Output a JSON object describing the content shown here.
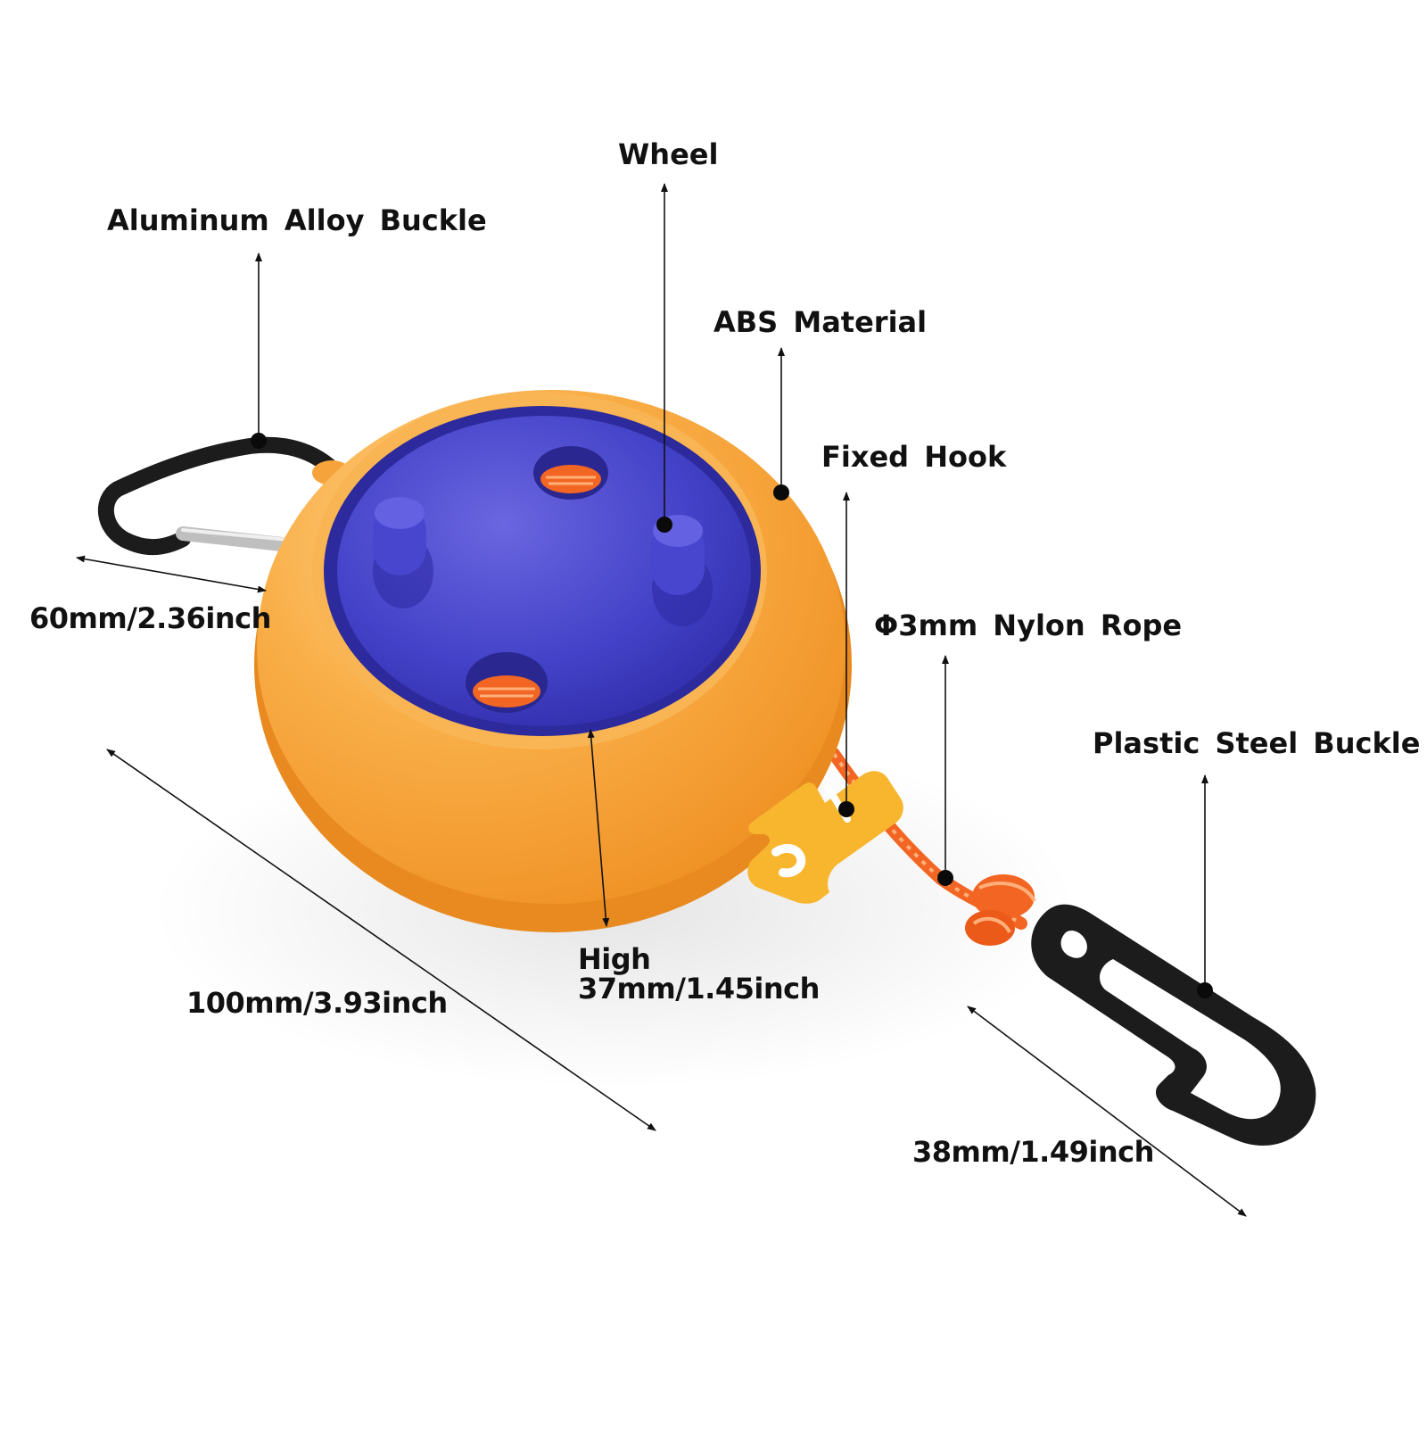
{
  "labels": {
    "wheel": "Wheel",
    "aluminum_buckle": "Aluminum Alloy Buckle",
    "abs_material": "ABS Material",
    "fixed_hook": "Fixed Hook",
    "nylon_rope": "Φ3mm Nylon Rope",
    "plastic_buckle": "Plastic Steel Buckle"
  },
  "dimensions": {
    "width": "60mm/2.36inch",
    "length": "100mm/3.93inch",
    "height_label": "High",
    "height_value": "37mm/1.45inch",
    "buckle_length": "38mm/1.49inch"
  },
  "colors": {
    "body_orange": "#f7a43a",
    "lid_blue": "#3f3cc4",
    "rope_orange": "#f26522",
    "buckle_black": "#1c1c1c",
    "hook_yellow": "#f8b52e",
    "carabiner_silver": "#c8c8c8"
  }
}
